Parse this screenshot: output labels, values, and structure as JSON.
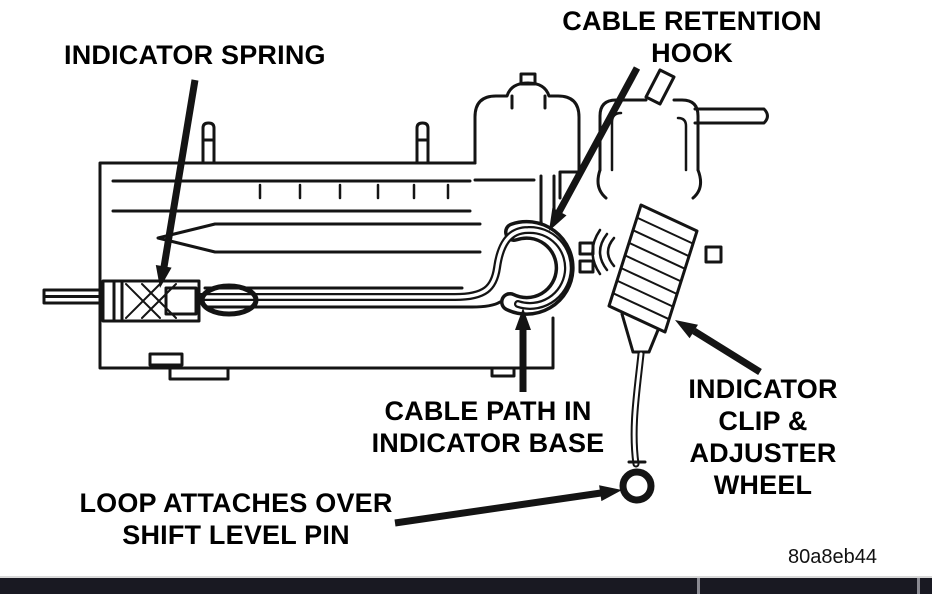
{
  "figure": {
    "code": "80a8eb44"
  },
  "labels": {
    "indicator_spring": "INDICATOR SPRING",
    "cable_retention_hook": "CABLE RETENTION\nHOOK",
    "cable_path": "CABLE PATH IN\nINDICATOR BASE",
    "indicator_clip": "INDICATOR\nCLIP &\nADJUSTER\nWHEEL",
    "loop_attaches": "LOOP ATTACHES OVER\nSHIFT LEVEL PIN"
  },
  "colors": {
    "line": "#141414",
    "background": "#ffffff",
    "bottom_bar": "#191922",
    "bottom_bar_separator": "#8a8a92"
  }
}
